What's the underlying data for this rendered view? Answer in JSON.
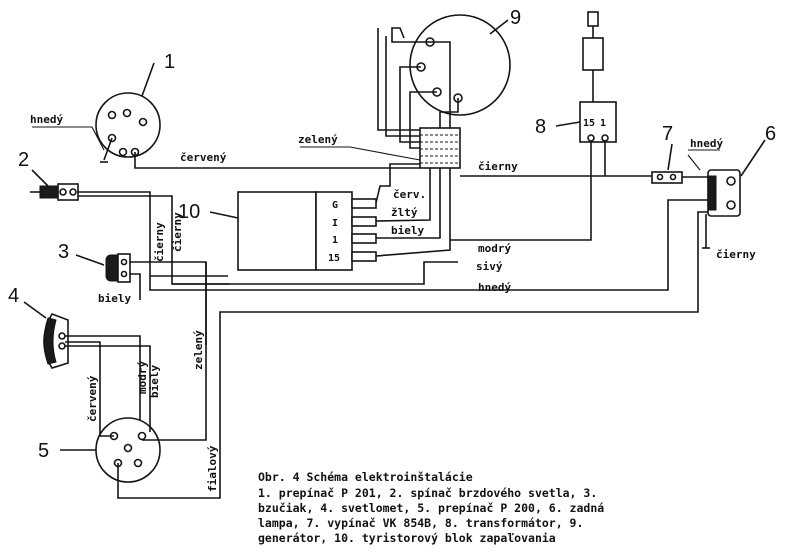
{
  "components": {
    "c1": {
      "number": "1"
    },
    "c2": {
      "number": "2"
    },
    "c3": {
      "number": "3"
    },
    "c4": {
      "number": "4"
    },
    "c5": {
      "number": "5"
    },
    "c6": {
      "number": "6"
    },
    "c7": {
      "number": "7"
    },
    "c8": {
      "number": "8",
      "pins": [
        "15",
        "1"
      ]
    },
    "c9": {
      "number": "9"
    },
    "c10": {
      "number": "10",
      "pins": [
        "G",
        "I",
        "1",
        "15"
      ]
    }
  },
  "wire_labels": {
    "hnedy_1": "hnedý",
    "cerveny_1": "červený",
    "zeleny_top": "zelený",
    "cierny_top": "čierny",
    "hnedy_7": "hnedý",
    "cierny_6": "čierny",
    "cerv": "červ.",
    "zlty": "žltý",
    "biely_10": "biely",
    "modry": "modrý",
    "sivy": "sivý",
    "hnedy_bottom": "hnedý",
    "cierny_v1": "čierny",
    "cierny_v2": "čierny",
    "biely_3": "biely",
    "zeleny_v": "zelený",
    "cerveny_v": "červený",
    "modry_v": "modrý",
    "biely_v": "biely",
    "fialovy": "fialový"
  },
  "caption": {
    "title": "Obr. 4 Schéma elektroinštalácie",
    "lines": [
      "1. prepínač P 201, 2. spínač brzdového svetla, 3.",
      "bzučiak, 4. svetlomet, 5. prepínač P 200, 6. zadná",
      "lampa, 7. vypínač VK 854B, 8. transformátor, 9.",
      "generátor, 10. tyristorový blok zapaľovania"
    ]
  }
}
